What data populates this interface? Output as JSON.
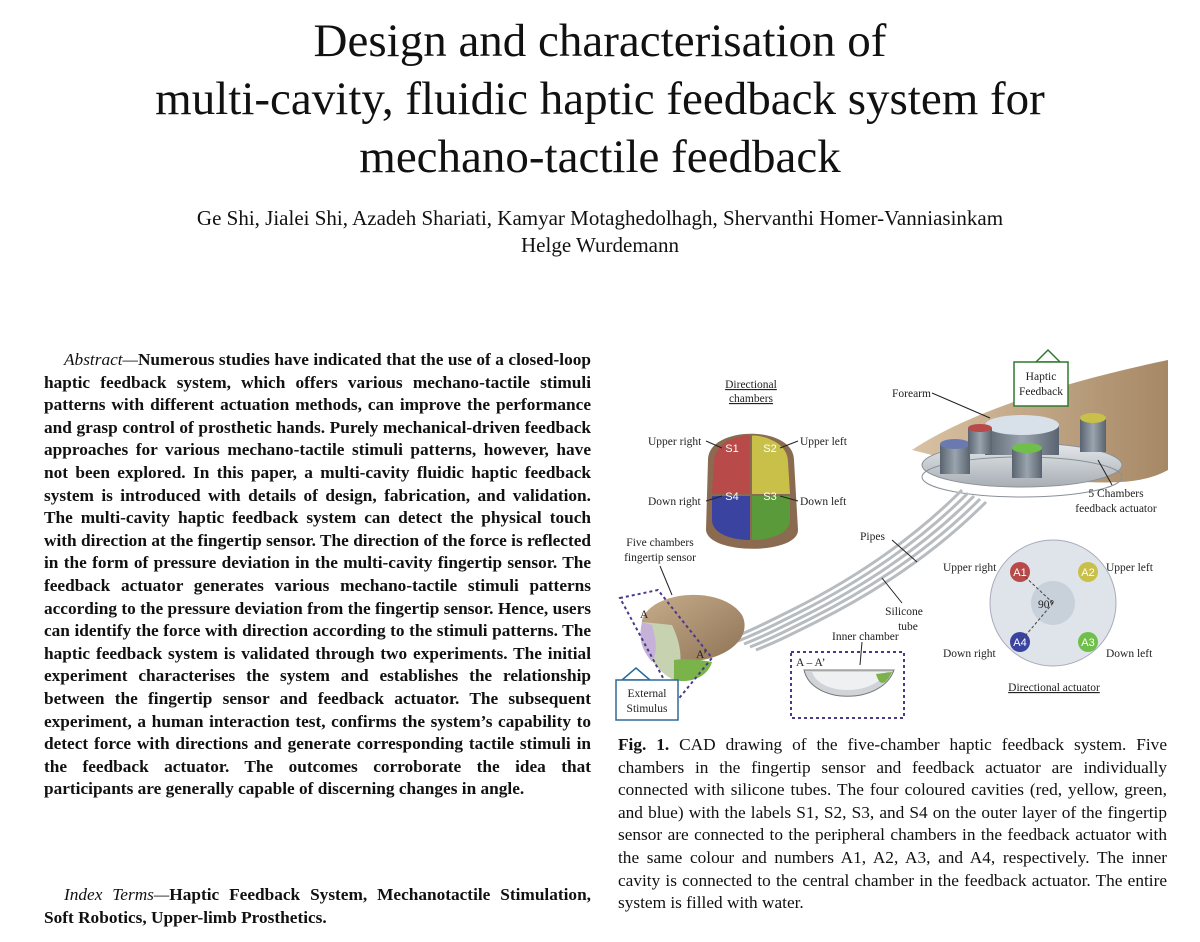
{
  "paper": {
    "title_line1": "Design and characterisation of",
    "title_line2": "multi-cavity, fluidic haptic feedback system for",
    "title_line3": "mechano-tactile feedback",
    "authors_line1": "Ge Shi, Jialei Shi, Azadeh Shariati, Kamyar Motaghedolhagh, Shervanthi Homer-Vanniasinkam",
    "authors_line2": "Helge Wurdemann"
  },
  "abstract": {
    "lead": "Abstract—",
    "text": "Numerous studies have indicated that the use of a closed-loop haptic feedback system, which offers various mechano-tactile stimuli patterns with different actuation methods, can improve the performance and grasp control of prosthetic hands. Purely mechanical-driven feedback approaches for various mechano-tactile stimuli patterns, however, have not been explored. In this paper, a multi-cavity fluidic haptic feedback system is introduced with details of design, fabrication, and validation. The multi-cavity haptic feedback system can detect the physical touch with direction at the fingertip sensor. The direction of the force is reflected in the form of pressure deviation in the multi-cavity fingertip sensor. The feedback actuator generates various mechano-tactile stimuli patterns according to the pressure deviation from the fingertip sensor. Hence, users can identify the force with direction according to the stimuli patterns. The haptic feedback system is validated through two experiments. The initial experiment characterises the system and establishes the relationship between the fingertip sensor and feedback actuator. The subsequent experiment, a human interaction test, confirms the system’s capability to detect force with directions and generate corresponding tactile stimuli in the feedback actuator. The outcomes corroborate the idea that participants are generally capable of discerning changes in angle."
  },
  "index_terms": {
    "lead": "Index Terms—",
    "text": "Haptic Feedback System, Mechanotactile Stimulation, Soft Robotics, Upper-limb Prosthetics."
  },
  "figure": {
    "directional_chambers": "Directional chambers",
    "upper_right": "Upper right",
    "upper_left": "Upper left",
    "down_right": "Down right",
    "down_left": "Down left",
    "s1": "S1",
    "s2": "S2",
    "s3": "S3",
    "s4": "S4",
    "five_chambers_fingertip": "Five chambers fingertip sensor",
    "forearm": "Forearm",
    "haptic_feedback": "Haptic Feedback",
    "five_chambers_actuator": "5 Chambers feedback actuator",
    "pipes": "Pipes",
    "silicone_tube": "Silicone tube",
    "inner_chamber": "Inner chamber",
    "section": "A – A’",
    "a_label": "A",
    "a_prime": "A’",
    "external_stimulus": "External Stimulus",
    "a1": "A1",
    "a2": "A2",
    "a3": "A3",
    "a4": "A4",
    "angle": "90°",
    "directional_actuator": "Directional actuator",
    "colors": {
      "red": "#b84a4a",
      "yellow": "#c9c04a",
      "green": "#5a9a3a",
      "blue": "#3a44a0",
      "dotted": "#4b3a8a"
    }
  },
  "caption": {
    "lead": "Fig. 1.",
    "text": " CAD drawing of the five-chamber haptic feedback system. Five chambers in the fingertip sensor and feedback actuator are individually connected with silicone tubes. The four coloured cavities (red, yellow, green, and blue) with the labels S1, S2, S3, and S4 on the outer layer of the fingertip sensor are connected to the peripheral chambers in the feedback actuator with the same colour and numbers A1, A2, A3, and A4, respectively. The inner cavity is connected to the central chamber in the feedback actuator. The entire system is filled with water."
  }
}
